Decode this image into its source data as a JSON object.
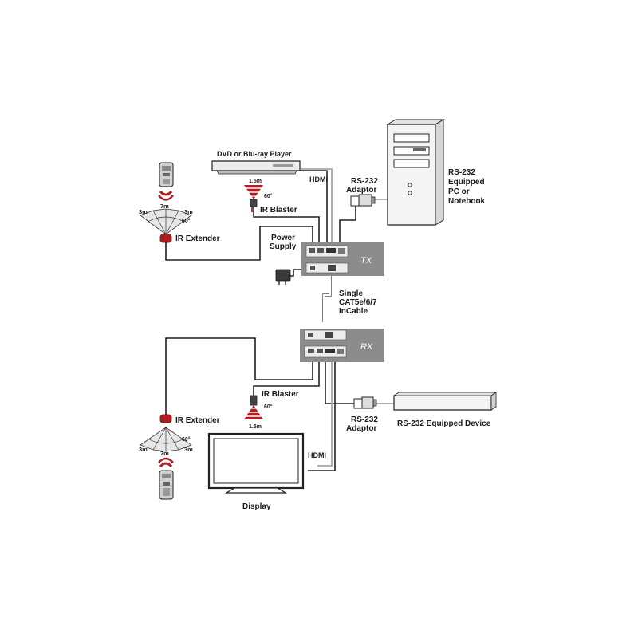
{
  "labels": {
    "dvd": "DVD or Blu-ray Player",
    "hdmi_tx": "HDMI",
    "rs232_adaptor_tx": [
      "RS-232",
      "Adaptor"
    ],
    "pc": [
      "RS-232",
      "Equipped",
      "PC or",
      "Notebook"
    ],
    "ir_blaster_tx": "IR Blaster",
    "ir_extender_tx": "IR Extender",
    "power_supply": [
      "Power",
      "Supply"
    ],
    "cable": [
      "Single",
      "CAT5e/6/7",
      "InCable"
    ],
    "tx": "TX",
    "rx": "RX",
    "ir_blaster_rx": "IR Blaster",
    "ir_extender_rx": "IR Extender",
    "rs232_adaptor_rx": [
      "RS-232",
      "Adaptor"
    ],
    "rs232_device": "RS-232 Equipped Device",
    "hdmi_rx": "HDMI",
    "display": "Display",
    "dist_7m_top": "7m",
    "dist_3m_left_top": "3m",
    "dist_3m_right_top": "3m",
    "angle_60_top": "60°",
    "blaster_len_tx": "1.5m",
    "blaster_angle_tx": "60°",
    "blaster_len_rx": "1.5m",
    "blaster_angle_rx": "60°",
    "angle_60_bottom": "60°",
    "dist_3m_left_bottom": "3m",
    "dist_7m_bottom": "7m",
    "dist_3m_right_bottom": "3m"
  },
  "colors": {
    "ir_red": "#b01e23",
    "unit_gray": "#8c8c8c",
    "line": "#222222"
  }
}
